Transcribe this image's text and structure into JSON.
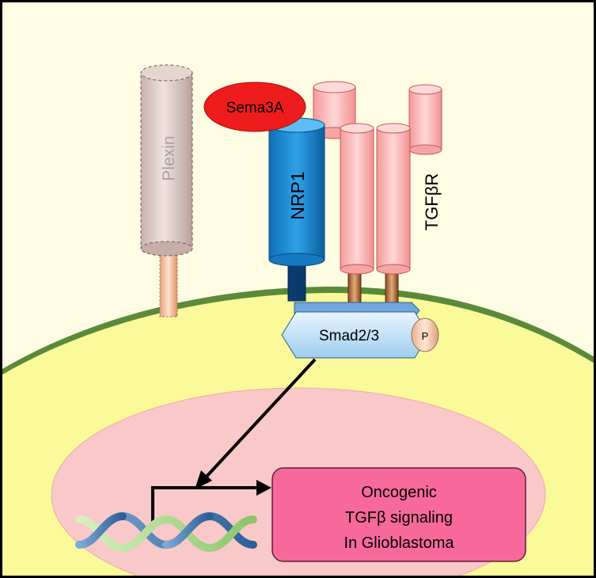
{
  "labels": {
    "plexin": "Plexin",
    "sema3a": "Sema3A",
    "nrp1": "NRP1",
    "tgfbr": "TGFβR",
    "smad": "Smad2/3",
    "phospho": "P",
    "outcome_line1": "Oncogenic",
    "outcome_line2": "TGFβ signaling",
    "outcome_line3": "In Glioblastoma"
  },
  "colors": {
    "background": "#fefde3",
    "cytoplasm": "#fbfa9a",
    "membrane": "#5a8a3a",
    "nucleus": "#f9c8c8",
    "outcome_box": "#f7699b",
    "sema3a": "#ee1c1c",
    "nrp1": "#1f8ed8",
    "tgfbr": "#fbb1b1",
    "plexin": "#dcc8c2",
    "smad": "#cfeafd"
  }
}
